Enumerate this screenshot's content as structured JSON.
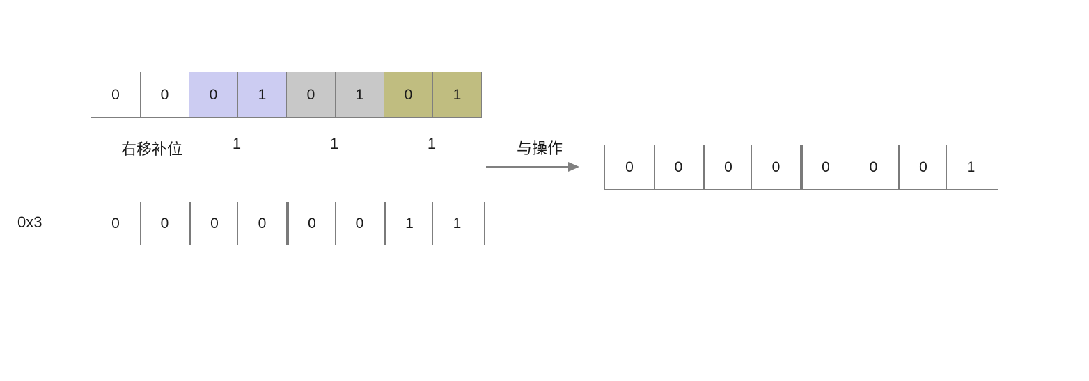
{
  "colors": {
    "lavender_pair": "#ccccf2",
    "gray_pair": "#c8c8c8",
    "olive_pair": "#c0bd80",
    "cell_border": "#7f7f7f",
    "text": "#1a1a1a",
    "arrow": "#808080"
  },
  "top_row": {
    "bits": [
      "0",
      "0",
      "0",
      "1",
      "0",
      "1",
      "0",
      "1"
    ]
  },
  "shift": {
    "caption": "右移补位",
    "carry_bits": [
      "1",
      "1",
      "1"
    ]
  },
  "mask": {
    "label": "0x3",
    "bits": [
      "0",
      "0",
      "0",
      "0",
      "0",
      "0",
      "1",
      "1"
    ]
  },
  "operation": {
    "label": "与操作"
  },
  "result": {
    "bits": [
      "0",
      "0",
      "0",
      "0",
      "0",
      "0",
      "0",
      "1"
    ]
  }
}
